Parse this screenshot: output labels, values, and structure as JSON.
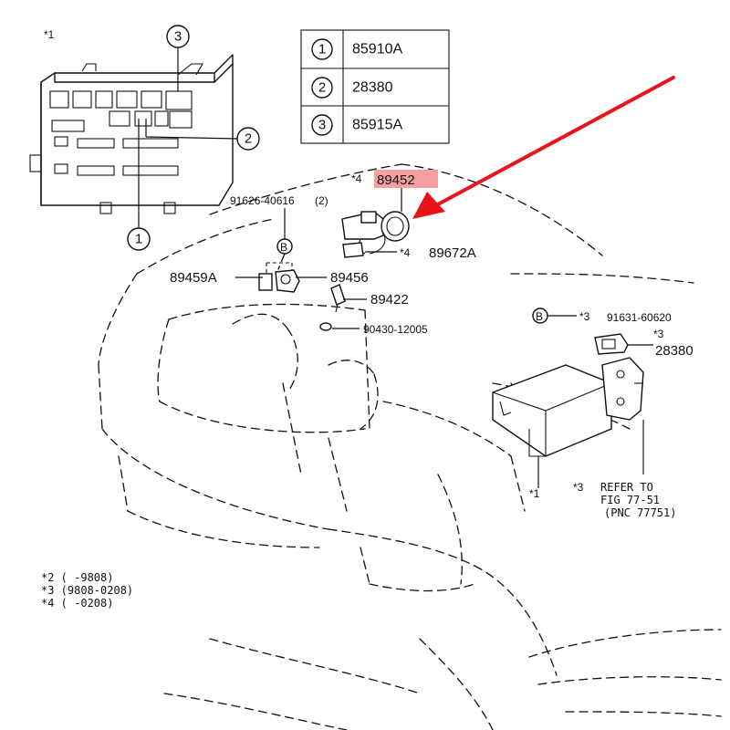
{
  "legend_table": {
    "rows": [
      {
        "num": "1",
        "part": "85910A"
      },
      {
        "num": "2",
        "part": "28380"
      },
      {
        "num": "3",
        "part": "85915A"
      }
    ]
  },
  "relay_box": {
    "marker": "*1",
    "callouts": [
      "1",
      "2",
      "3"
    ]
  },
  "parts": {
    "highlighted": {
      "note": "*4",
      "number": "89452"
    },
    "bolt_left": {
      "number": "91626-40616",
      "qty": "(2)"
    },
    "connector_4": {
      "note": "*4",
      "number": "89672A"
    },
    "sensor_left": "89459A",
    "sensor_right": "89456",
    "sensor_lower": "89422",
    "clip": "90430-12005",
    "bolt_right": {
      "note": "*3",
      "number": "91631-60620"
    },
    "relay_right": {
      "note": "*3",
      "number": "28380"
    },
    "bolt_marker": "B",
    "ecu_marker": "*1",
    "refer": {
      "note": "*3",
      "line1": "REFER TO",
      "line2": "FIG 77-51",
      "line3": "(PNC 77751)"
    }
  },
  "footnotes": [
    "*2 (    -9808)",
    "*3 (9808-0208)",
    "*4 (    -0208)"
  ],
  "colors": {
    "arrow": "#e8141b",
    "highlight": "#f4a0a0",
    "ink": "#111111"
  }
}
